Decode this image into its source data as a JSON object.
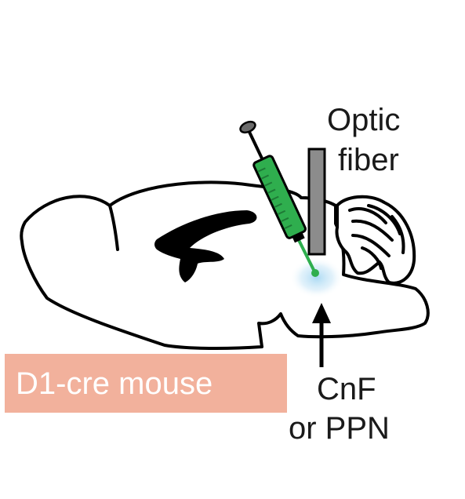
{
  "labels": {
    "optic_fiber_line1": "Optic",
    "optic_fiber_line2": "fiber",
    "mouse_line": "D1-cre mouse",
    "target_line1": "CnF",
    "target_line2": "or PPN"
  },
  "colors": {
    "outline": "#000000",
    "syringe_green": "#2fae4e",
    "syringe_dark": "#1e7a36",
    "fiber_gray": "#8c8c8c",
    "light_glow": "#a7d8f3",
    "mouse_box_fill": "#f2b19c",
    "mouse_text": "#ffffff"
  }
}
